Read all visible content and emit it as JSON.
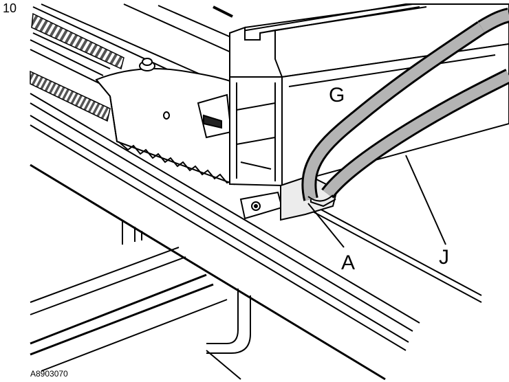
{
  "step_number": "10",
  "figure_id": "A8903070",
  "labels": {
    "g": "G",
    "a": "A",
    "j": "J"
  },
  "colors": {
    "line": "#000000",
    "hose_fill": "#b4b4b4",
    "light_fill": "#ececec",
    "background": "#ffffff"
  }
}
